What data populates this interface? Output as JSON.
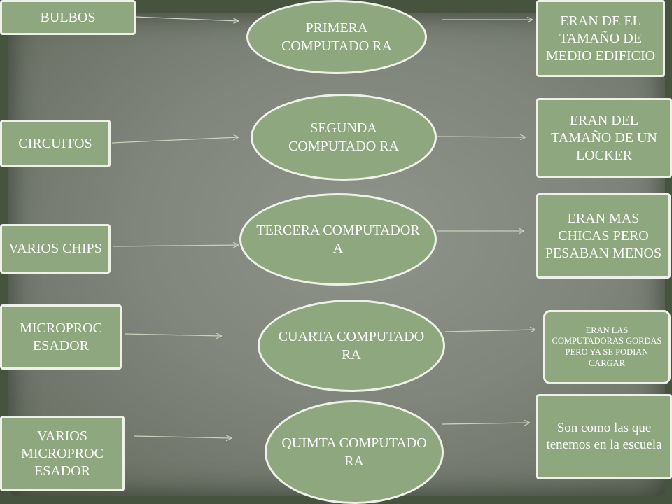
{
  "diagram": {
    "left_nodes": [
      {
        "id": "bulbos",
        "label": "BULBOS"
      },
      {
        "id": "circuitos",
        "label": "CIRCUITOS"
      },
      {
        "id": "varios-chips",
        "label": "VARIOS CHIPS"
      },
      {
        "id": "microprocesador",
        "label": "MICROPROC ESADOR"
      },
      {
        "id": "varios-microprocesador",
        "label": "VARIOS MICROPROC ESADOR"
      }
    ],
    "center_nodes": [
      {
        "id": "primera",
        "label": "PRIMERA COMPUTADO RA"
      },
      {
        "id": "segunda",
        "label": "SEGUNDA COMPUTADO RA"
      },
      {
        "id": "tercera",
        "label": "TERCERA COMPUTADOR A"
      },
      {
        "id": "cuarta",
        "label": "CUARTA COMPUTADO RA"
      },
      {
        "id": "quimta",
        "label": "QUIMTA COMPUTADO RA"
      }
    ],
    "right_nodes": [
      {
        "id": "edificio",
        "label": "ERAN DE EL TAMAÑO DE MEDIO EDIFICIO"
      },
      {
        "id": "locker",
        "label": "ERAN DEL TAMAÑO DE UN LOCKER"
      },
      {
        "id": "chicas",
        "label": "ERAN MAS CHICAS PERO PESABAN MENOS"
      },
      {
        "id": "gordas",
        "label": "ERAN LAS COMPUTADORAS GORDAS PERO YA SE PODIAN CARGAR"
      },
      {
        "id": "escuela",
        "label": "Son como las que tenemos en la escuela"
      }
    ],
    "colors": {
      "node_fill": "#8fa77f",
      "node_border": "#eef1e8",
      "arrow": "#c7d1bb",
      "text": "#ffffff"
    }
  }
}
